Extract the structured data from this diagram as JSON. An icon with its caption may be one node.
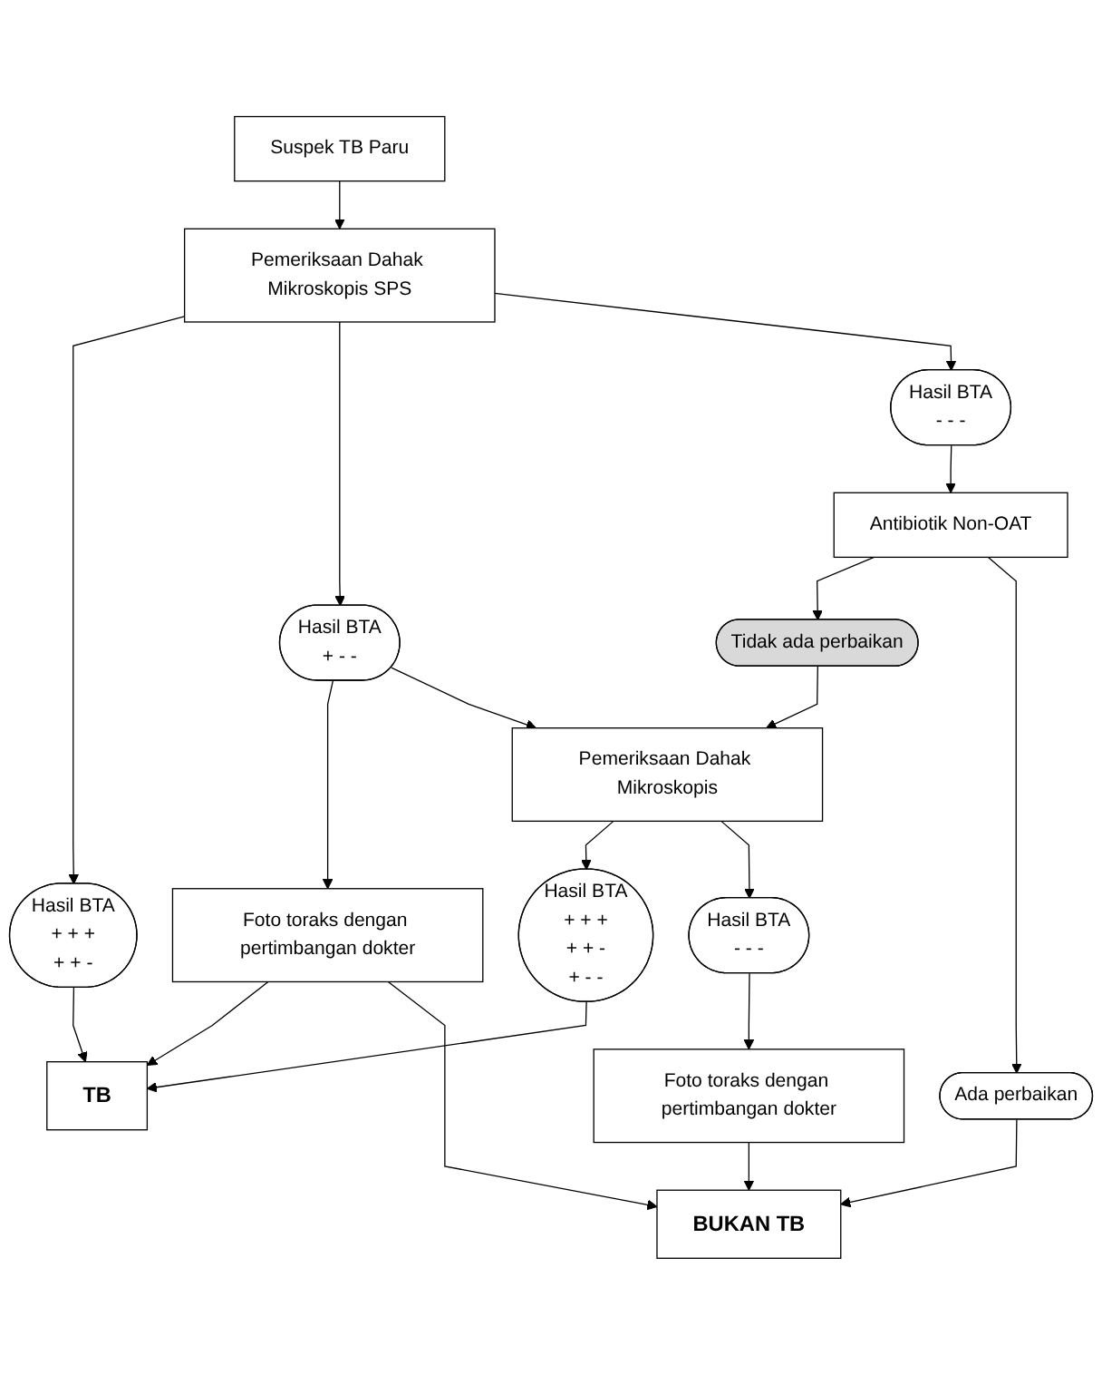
{
  "diagram": {
    "nodes": [
      {
        "text": [
          "Suspek TB Paru"
        ]
      },
      {
        "text": [
          "Pemeriksaan Dahak Mikroskopis SPS"
        ]
      },
      {
        "text": [
          "Hasil BTA",
          "+ + +",
          "+ + -"
        ]
      },
      {
        "text": [
          "Hasil BTA",
          "+ - -"
        ]
      },
      {
        "text": [
          "Hasil BTA",
          "- - -"
        ]
      },
      {
        "text": [
          "Antibiotik Non-OAT"
        ]
      },
      {
        "text": [
          "Tidak ada perbaikan"
        ]
      },
      {
        "text": [
          "Ada perbaikan"
        ]
      },
      {
        "text": [
          "Foto toraks dengan pertimbangan dokter"
        ]
      },
      {
        "text": [
          "Pemeriksaan Dahak Mikroskopis"
        ]
      },
      {
        "text": [
          "Hasil BTA",
          "+ + +",
          "+ + -",
          "+ - -"
        ]
      },
      {
        "text": [
          "Hasil BTA",
          "- - -"
        ]
      },
      {
        "text": [
          "Foto toraks dengan pertimbangan dokter"
        ]
      },
      {
        "text": [
          "TB"
        ]
      },
      {
        "text": [
          "BUKAN TB"
        ]
      }
    ],
    "edges": [
      {
        "from": 0,
        "to": 1,
        "arrow": "to"
      },
      {
        "from": 1,
        "to": 2,
        "arrow": "to"
      },
      {
        "from": 1,
        "to": 3,
        "arrow": "to"
      },
      {
        "from": 1,
        "to": 4,
        "arrow": "to"
      },
      {
        "from": 2,
        "to": 13,
        "arrow": "to"
      },
      {
        "from": 3,
        "to": 8,
        "arrow": "to"
      },
      {
        "from": 3,
        "to": 9,
        "arrow": "to"
      },
      {
        "from": 4,
        "to": 5,
        "arrow": "to"
      },
      {
        "from": 5,
        "to": 6,
        "arrow": "to"
      },
      {
        "from": 5,
        "to": 7,
        "arrow": "to"
      },
      {
        "from": 6,
        "to": 9,
        "arrow": "to"
      },
      {
        "from": 7,
        "to": 14,
        "arrow": "to"
      },
      {
        "from": 8,
        "to": 13,
        "arrow": "to"
      },
      {
        "from": 8,
        "to": 14,
        "arrow": "to"
      },
      {
        "from": 9,
        "to": 10,
        "arrow": "to"
      },
      {
        "from": 9,
        "to": 11,
        "arrow": "to"
      },
      {
        "from": 10,
        "to": 13,
        "arrow": "to"
      },
      {
        "from": 11,
        "to": 12,
        "arrow": "to"
      },
      {
        "from": 12,
        "to": 14,
        "arrow": "to"
      }
    ]
  }
}
